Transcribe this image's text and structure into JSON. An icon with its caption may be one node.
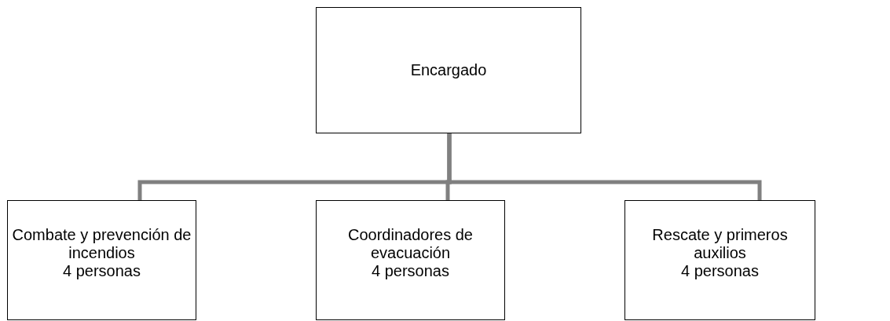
{
  "diagram": {
    "nodes": [
      {
        "text": [
          "Encargado"
        ]
      },
      {
        "text": [
          "Combate y prevención de incendios",
          "4 personas"
        ]
      },
      {
        "text": [
          "Coordinadores de evacuación",
          "4 personas"
        ]
      },
      {
        "text": [
          "Rescate y primeros auxilios",
          "4 personas"
        ]
      }
    ],
    "edges": [
      {
        "from": 0,
        "to": 1,
        "arrow": "none"
      },
      {
        "from": 0,
        "to": 2,
        "arrow": "none"
      },
      {
        "from": 0,
        "to": 3,
        "arrow": "none"
      }
    ]
  }
}
